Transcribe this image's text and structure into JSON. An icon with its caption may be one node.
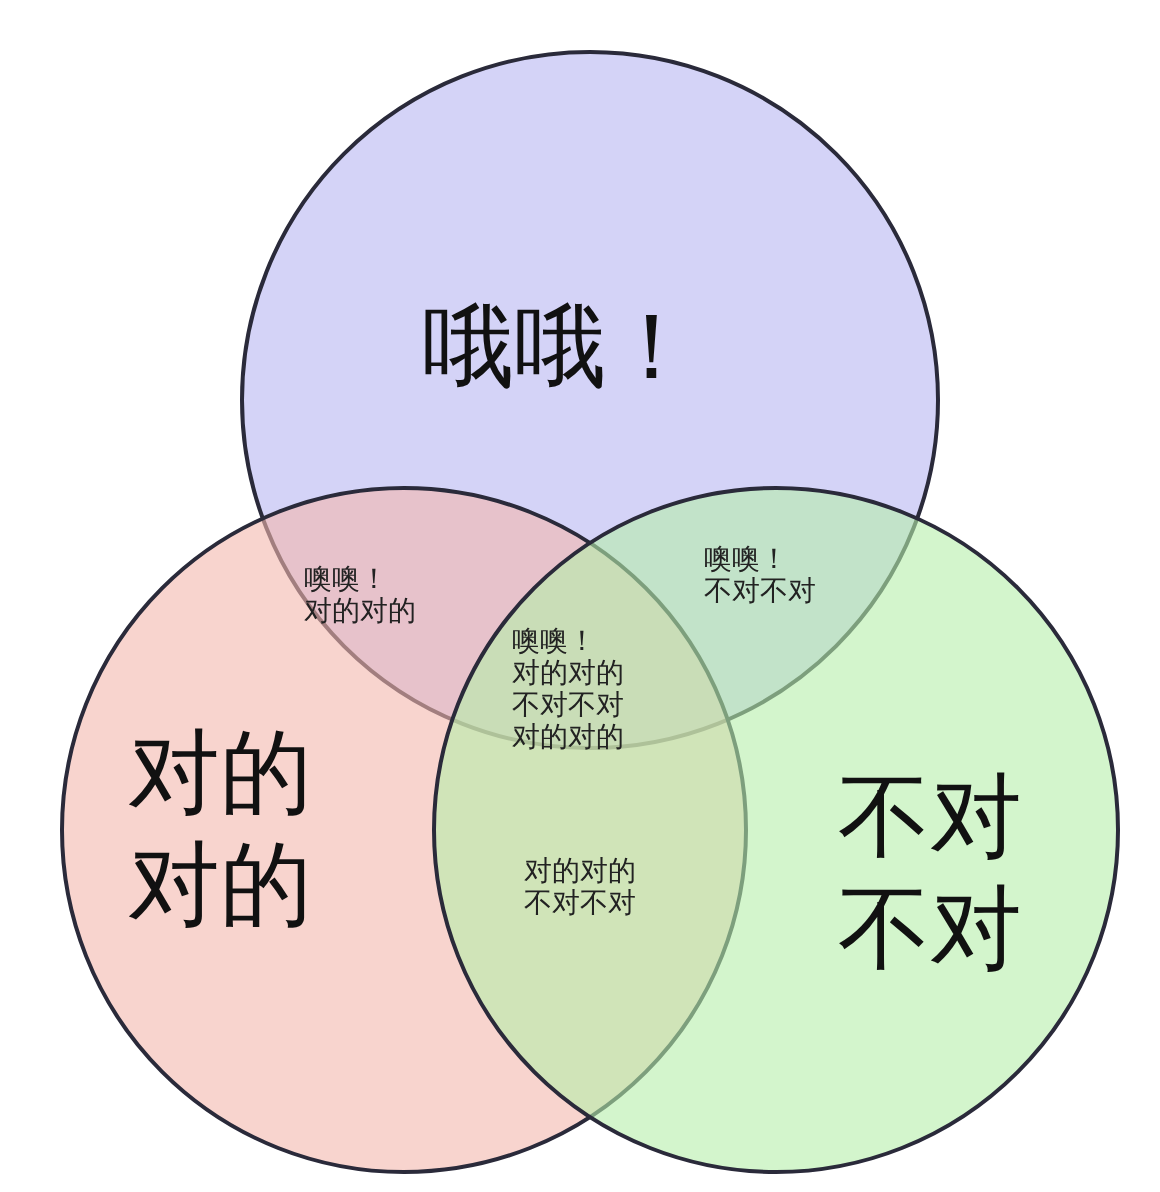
{
  "diagram": {
    "nodes": [
      {
        "text": [
          "哦哦！"
        ]
      },
      {
        "text": [
          "对的对的"
        ]
      },
      {
        "text": [
          "不对不对"
        ]
      }
    ],
    "labels": [
      "噢噢！对的对的",
      "噢噢！不对不对",
      "噢噢！对的对的不对不对对的对的",
      "对的对的不对不对"
    ]
  }
}
